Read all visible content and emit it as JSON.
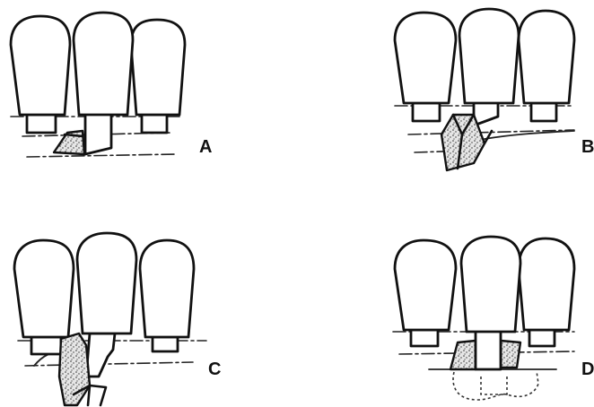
{
  "panels": [
    {
      "id": "A",
      "label": "A"
    },
    {
      "id": "B",
      "label": "B"
    },
    {
      "id": "C",
      "label": "C"
    },
    {
      "id": "D",
      "label": "D"
    }
  ],
  "colors": {
    "ink": "#111111",
    "background": "#ffffff",
    "stipple": "#333333"
  }
}
